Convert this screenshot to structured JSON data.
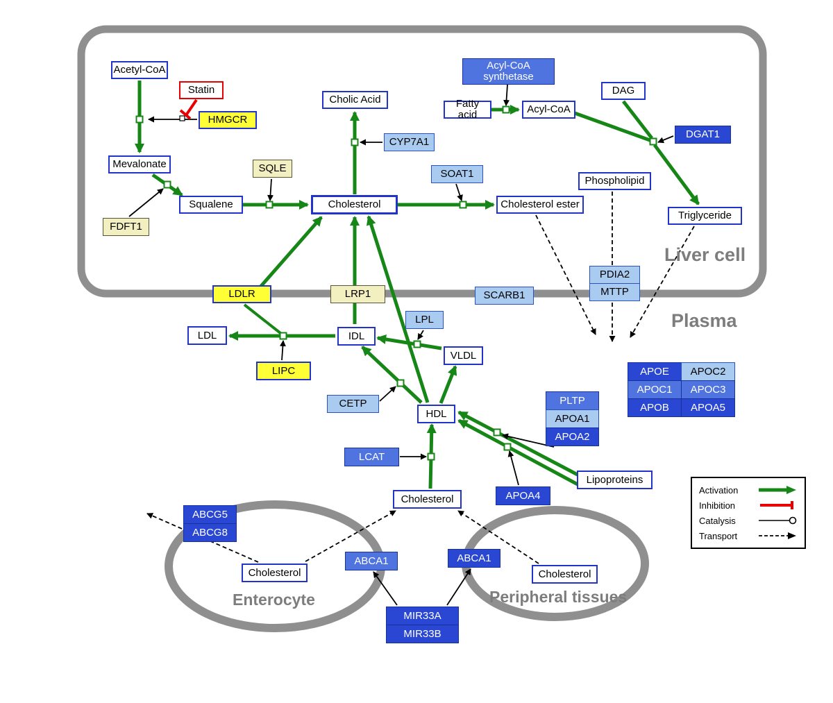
{
  "regions": {
    "liver": {
      "label": "Liver cell"
    },
    "plasma": {
      "label": "Plasma"
    },
    "enterocyte": {
      "label": "Enterocyte"
    },
    "peripheral": {
      "label": "Peripheral tissues"
    }
  },
  "legend": {
    "activation": "Activation",
    "inhibition": "Inhibition",
    "catalysis": "Catalysis",
    "transport": "Transport"
  },
  "colors": {
    "activation_green": "#168616",
    "inhibition_red": "#e80000",
    "membrane_gray": "#8f8f8f",
    "metabolite_border_blue": "#2233cc",
    "gene_yellow": "#ffff35",
    "gene_pale_yellow": "#f2efc0",
    "gene_light_blue": "#a9cbf0",
    "gene_medium_blue": "#4f74e0",
    "gene_dark_blue": "#2947d2"
  },
  "nodes": {
    "acetyl_coa": {
      "label": "Acetyl-CoA"
    },
    "statin": {
      "label": "Statin"
    },
    "hmgcr": {
      "label": "HMGCR"
    },
    "mevalonate": {
      "label": "Mevalonate"
    },
    "sqle": {
      "label": "SQLE"
    },
    "fdft1": {
      "label": "FDFT1"
    },
    "squalene": {
      "label": "Squalene"
    },
    "cholesterol_liver": {
      "label": "Cholesterol"
    },
    "cholic_acid": {
      "label": "Cholic Acid"
    },
    "cyp7a1": {
      "label": "CYP7A1"
    },
    "soat1": {
      "label": "SOAT1"
    },
    "cholesterol_ester": {
      "label": "Cholesterol ester"
    },
    "acyl_coa_synthetase": {
      "label": "Acyl-CoA synthetase"
    },
    "fatty_acid": {
      "label": "Fatty acid"
    },
    "acyl_coa": {
      "label": "Acyl-CoA"
    },
    "dag": {
      "label": "DAG"
    },
    "dgat1": {
      "label": "DGAT1"
    },
    "phospholipid": {
      "label": "Phospholipid"
    },
    "triglyceride": {
      "label": "Triglyceride"
    },
    "pdia2": {
      "label": "PDIA2"
    },
    "mttp": {
      "label": "MTTP"
    },
    "ldlr": {
      "label": "LDLR"
    },
    "lrp1": {
      "label": "LRP1"
    },
    "scarb1": {
      "label": "SCARB1"
    },
    "ldl": {
      "label": "LDL"
    },
    "idl": {
      "label": "IDL"
    },
    "lpl": {
      "label": "LPL"
    },
    "vldl": {
      "label": "VLDL"
    },
    "lipc": {
      "label": "LIPC"
    },
    "cetp": {
      "label": "CETP"
    },
    "hdl": {
      "label": "HDL"
    },
    "pltp": {
      "label": "PLTP"
    },
    "apoa1": {
      "label": "APOA1"
    },
    "apoa2": {
      "label": "APOA2"
    },
    "apoe": {
      "label": "APOE"
    },
    "apoc2": {
      "label": "APOC2"
    },
    "apoc1": {
      "label": "APOC1"
    },
    "apoc3": {
      "label": "APOC3"
    },
    "apob": {
      "label": "APOB"
    },
    "apoa5": {
      "label": "APOA5"
    },
    "lcat": {
      "label": "LCAT"
    },
    "apoa4": {
      "label": "APOA4"
    },
    "lipoproteins": {
      "label": "Lipoproteins"
    },
    "cholesterol_plasma": {
      "label": "Cholesterol"
    },
    "abcg5": {
      "label": "ABCG5"
    },
    "abcg8": {
      "label": "ABCG8"
    },
    "cholesterol_enterocyte": {
      "label": "Cholesterol"
    },
    "abca1_enterocyte": {
      "label": "ABCA1"
    },
    "abca1_peripheral": {
      "label": "ABCA1"
    },
    "cholesterol_peripheral": {
      "label": "Cholesterol"
    },
    "mir33a": {
      "label": "MIR33A"
    },
    "mir33b": {
      "label": "MIR33B"
    }
  }
}
